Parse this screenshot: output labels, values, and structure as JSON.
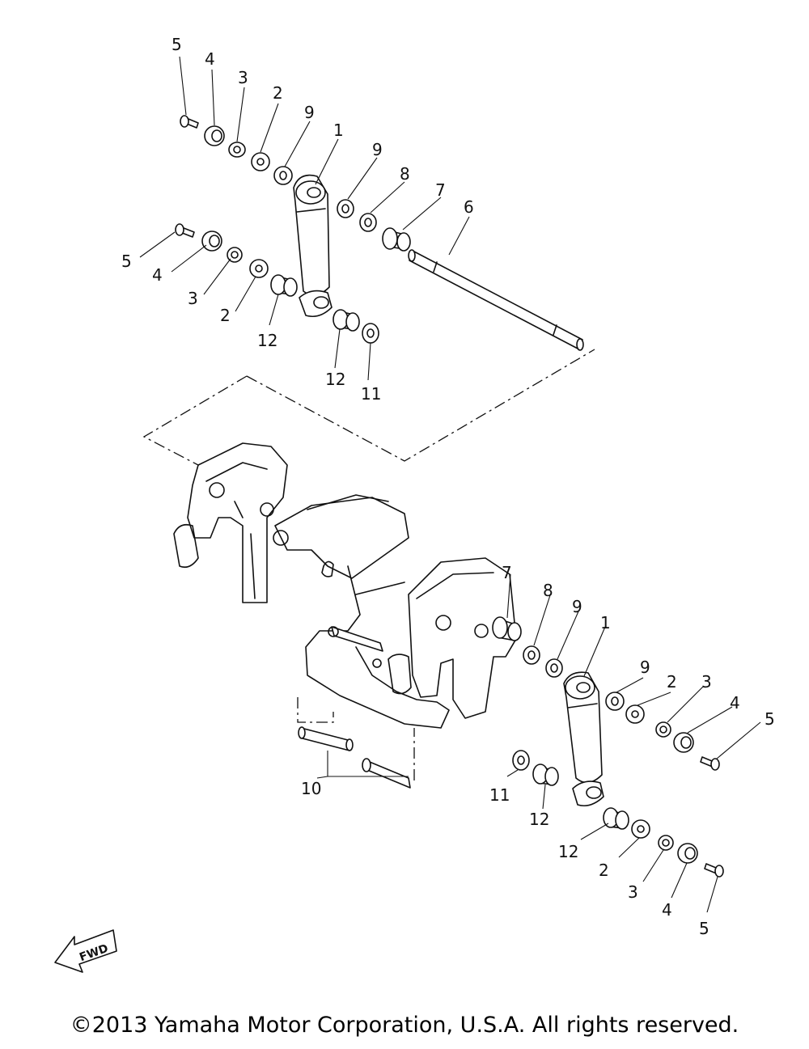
{
  "copyright": "©2013 Yamaha Motor Corporation, U.S.A. All rights reserved.",
  "fwd_label": "FWD",
  "callouts": {
    "1": "1",
    "2": "2",
    "3": "3",
    "4": "4",
    "5": "5",
    "6": "6",
    "7": "7",
    "8": "8",
    "9": "9",
    "10": "10",
    "11": "11",
    "12": "12"
  }
}
